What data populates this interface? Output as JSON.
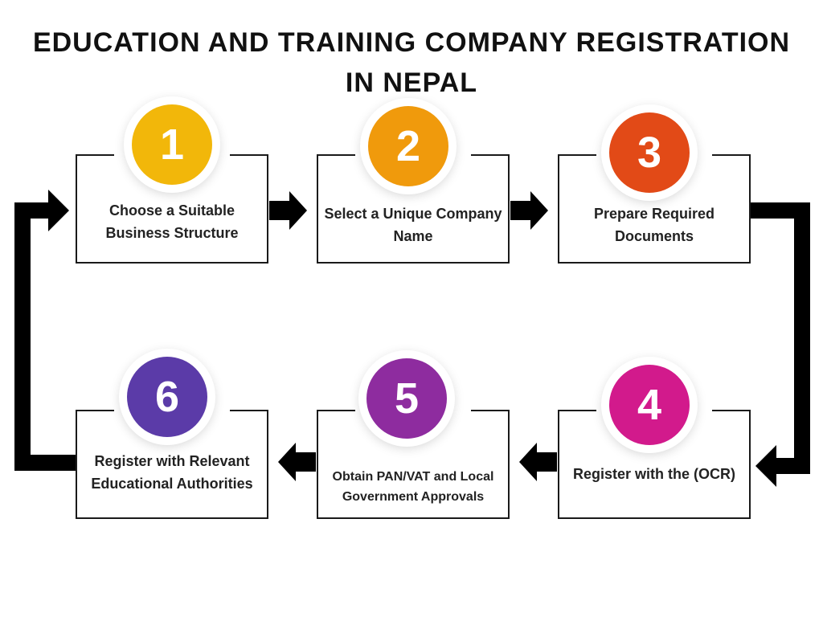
{
  "title": "EDUCATION AND TRAINING COMPANY REGISTRATION IN NEPAL",
  "steps": [
    {
      "number": "1",
      "label": "Choose a Suitable Business Structure",
      "color": "#f2b70a"
    },
    {
      "number": "2",
      "label": "Select a Unique Company Name",
      "color": "#f09a0c"
    },
    {
      "number": "3",
      "label": "Prepare Required Documents",
      "color": "#e24a17"
    },
    {
      "number": "4",
      "label": "Register with the (OCR)",
      "color": "#d21a8c"
    },
    {
      "number": "5",
      "label": "Obtain PAN/VAT and Local Government Approvals",
      "color": "#8e2c9f"
    },
    {
      "number": "6",
      "label": "Register with Relevant Educational Authorities",
      "color": "#5b3ba8"
    }
  ]
}
